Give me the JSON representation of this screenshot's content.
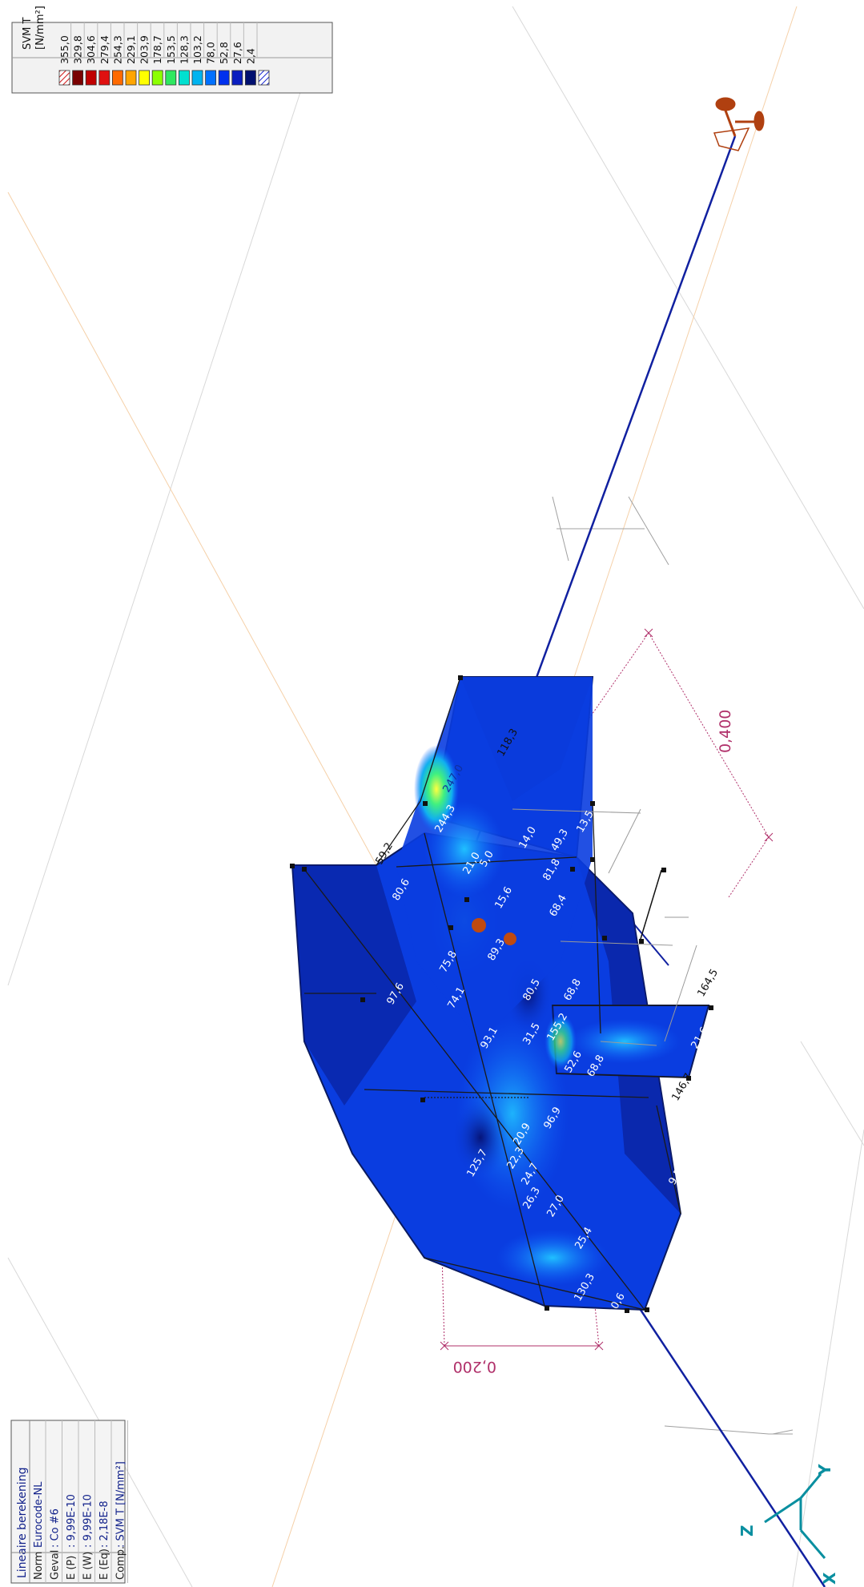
{
  "legend": {
    "title": "SVM T",
    "unit": "[N/mm²]",
    "entries": [
      {
        "value": "355,0",
        "color": "#ffffff",
        "hatch": "red"
      },
      {
        "value": "329,8",
        "color": "#7a0000"
      },
      {
        "value": "304,6",
        "color": "#c00000"
      },
      {
        "value": "279,4",
        "color": "#e01010"
      },
      {
        "value": "254,3",
        "color": "#ff6a00"
      },
      {
        "value": "229,1",
        "color": "#ffa500"
      },
      {
        "value": "203,9",
        "color": "#ffff00"
      },
      {
        "value": "178,7",
        "color": "#8cff00"
      },
      {
        "value": "153,5",
        "color": "#2ee860"
      },
      {
        "value": "128,3",
        "color": "#00e0d0"
      },
      {
        "value": "103,2",
        "color": "#00b4f0"
      },
      {
        "value": "78,0",
        "color": "#0070ff"
      },
      {
        "value": "52,8",
        "color": "#0030ee"
      },
      {
        "value": "27,6",
        "color": "#0a1ec0"
      },
      {
        "value": "2,4",
        "color": "#001070"
      },
      {
        "value": "",
        "color": "#ffffff",
        "hatch": "blue"
      }
    ]
  },
  "info": {
    "title": "Lineaire berekening",
    "rows": [
      {
        "label": "Norm",
        "value": "Eurocode-NL"
      },
      {
        "label": "Geval",
        "value": ": Co #6"
      },
      {
        "label": "E (P)",
        "value": ": 9,99E-10"
      },
      {
        "label": "E (W)",
        "value": ": 9,99E-10"
      },
      {
        "label": "E (Eq)",
        "value": ": 2,18E-8"
      },
      {
        "label": "Comp.",
        "value": ": SVM T [N/mm²]"
      }
    ]
  },
  "dimensions": {
    "dim1": "0,400",
    "dim2": "0,200"
  },
  "axes": {
    "x": "X",
    "y": "Y",
    "z": "Z"
  },
  "value_labels": [
    "59,2",
    "118,3",
    "244,3",
    "247,0",
    "13,5",
    "49,3",
    "14,0",
    "164,5",
    "146,7",
    "21,6",
    "9,5",
    "125,7",
    "97,6",
    "130,3",
    "80,6",
    "75,8",
    "74,1",
    "21,0",
    "5,0",
    "15,6",
    "81,8",
    "68,4",
    "89,3",
    "68,8",
    "80,5",
    "31,5",
    "93,1",
    "20,9",
    "22,3",
    "24,7",
    "26,3",
    "27,0",
    "25,4",
    "96,9",
    "0,6",
    "52,6",
    "155,2",
    "68,8"
  ],
  "colors": {
    "plate_dark": "#0a1a8a",
    "plate_mid": "#0a3de0",
    "plate_light": "#1a8cff",
    "hot": "#2ee860",
    "dimension": "#b0306a",
    "axis_line": "#1020a0",
    "support": "#b04010",
    "gcs": "#0a8fa0"
  }
}
